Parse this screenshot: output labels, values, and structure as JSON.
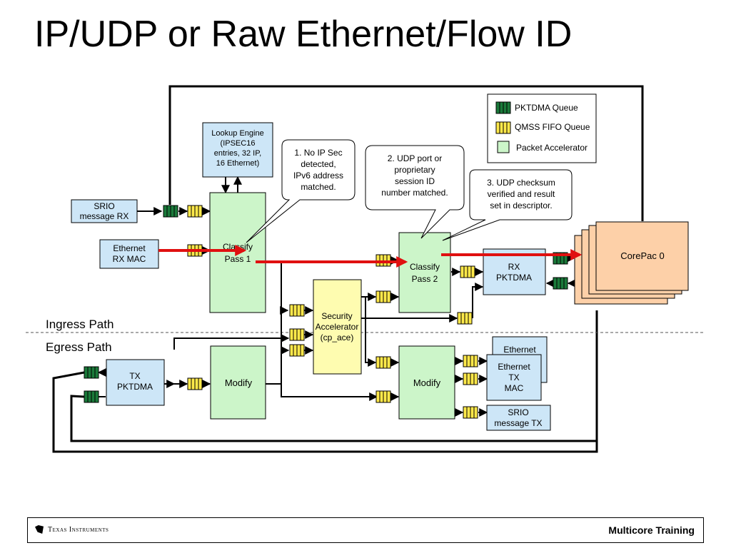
{
  "title": "IP/UDP or Raw Ethernet/Flow ID",
  "legend": {
    "pktdma_queue": "PKTDMA Queue",
    "qmss_fifo_queue": "QMSS FIFO Queue",
    "packet_accelerator": "Packet Accelerator"
  },
  "colors": {
    "pktdma": "#1a7a3a",
    "qmss_fifo": "#ffe94a",
    "pa": "#ccf5c9",
    "io_block": "#cde6f7",
    "security": "#fefcb0",
    "corepac": "#fdd0a8",
    "arrow": "#e01010"
  },
  "blocks": {
    "lookup_engine": [
      "Lookup Engine",
      "(IPSEC16",
      "entries, 32 IP,",
      "16 Ethernet)"
    ],
    "srio_rx": [
      "SRIO",
      "message RX"
    ],
    "eth_rx_mac": [
      "Ethernet",
      "RX MAC"
    ],
    "classify_pass_1": [
      "Classify",
      "Pass 1"
    ],
    "classify_pass_2": [
      "Classify",
      "Pass 2"
    ],
    "security": [
      "Security",
      "Accelerator",
      "(cp_ace)"
    ],
    "rx_pktdma": [
      "RX",
      "PKTDMA"
    ],
    "corepac": "CorePac 0",
    "tx_pktdma": [
      "TX",
      "PKTDMA"
    ],
    "modify_1": "Modify",
    "modify_2": "Modify",
    "eth_back": "Ethernet",
    "eth_tx_mac": [
      "Ethernet",
      "TX",
      "MAC"
    ],
    "srio_tx": [
      "SRIO",
      "message TX"
    ]
  },
  "callouts": {
    "c1": [
      "1. No IP Sec",
      "detected,",
      "IPv6 address",
      "matched."
    ],
    "c2": [
      "2. UDP port or",
      "proprietary",
      "session ID",
      "number matched."
    ],
    "c3": [
      "3. UDP checksum",
      "verified and result",
      "set in descriptor."
    ]
  },
  "paths": {
    "ingress": "Ingress Path",
    "egress": "Egress Path"
  },
  "footer": {
    "company": "Texas Instruments",
    "training": "Multicore Training"
  }
}
